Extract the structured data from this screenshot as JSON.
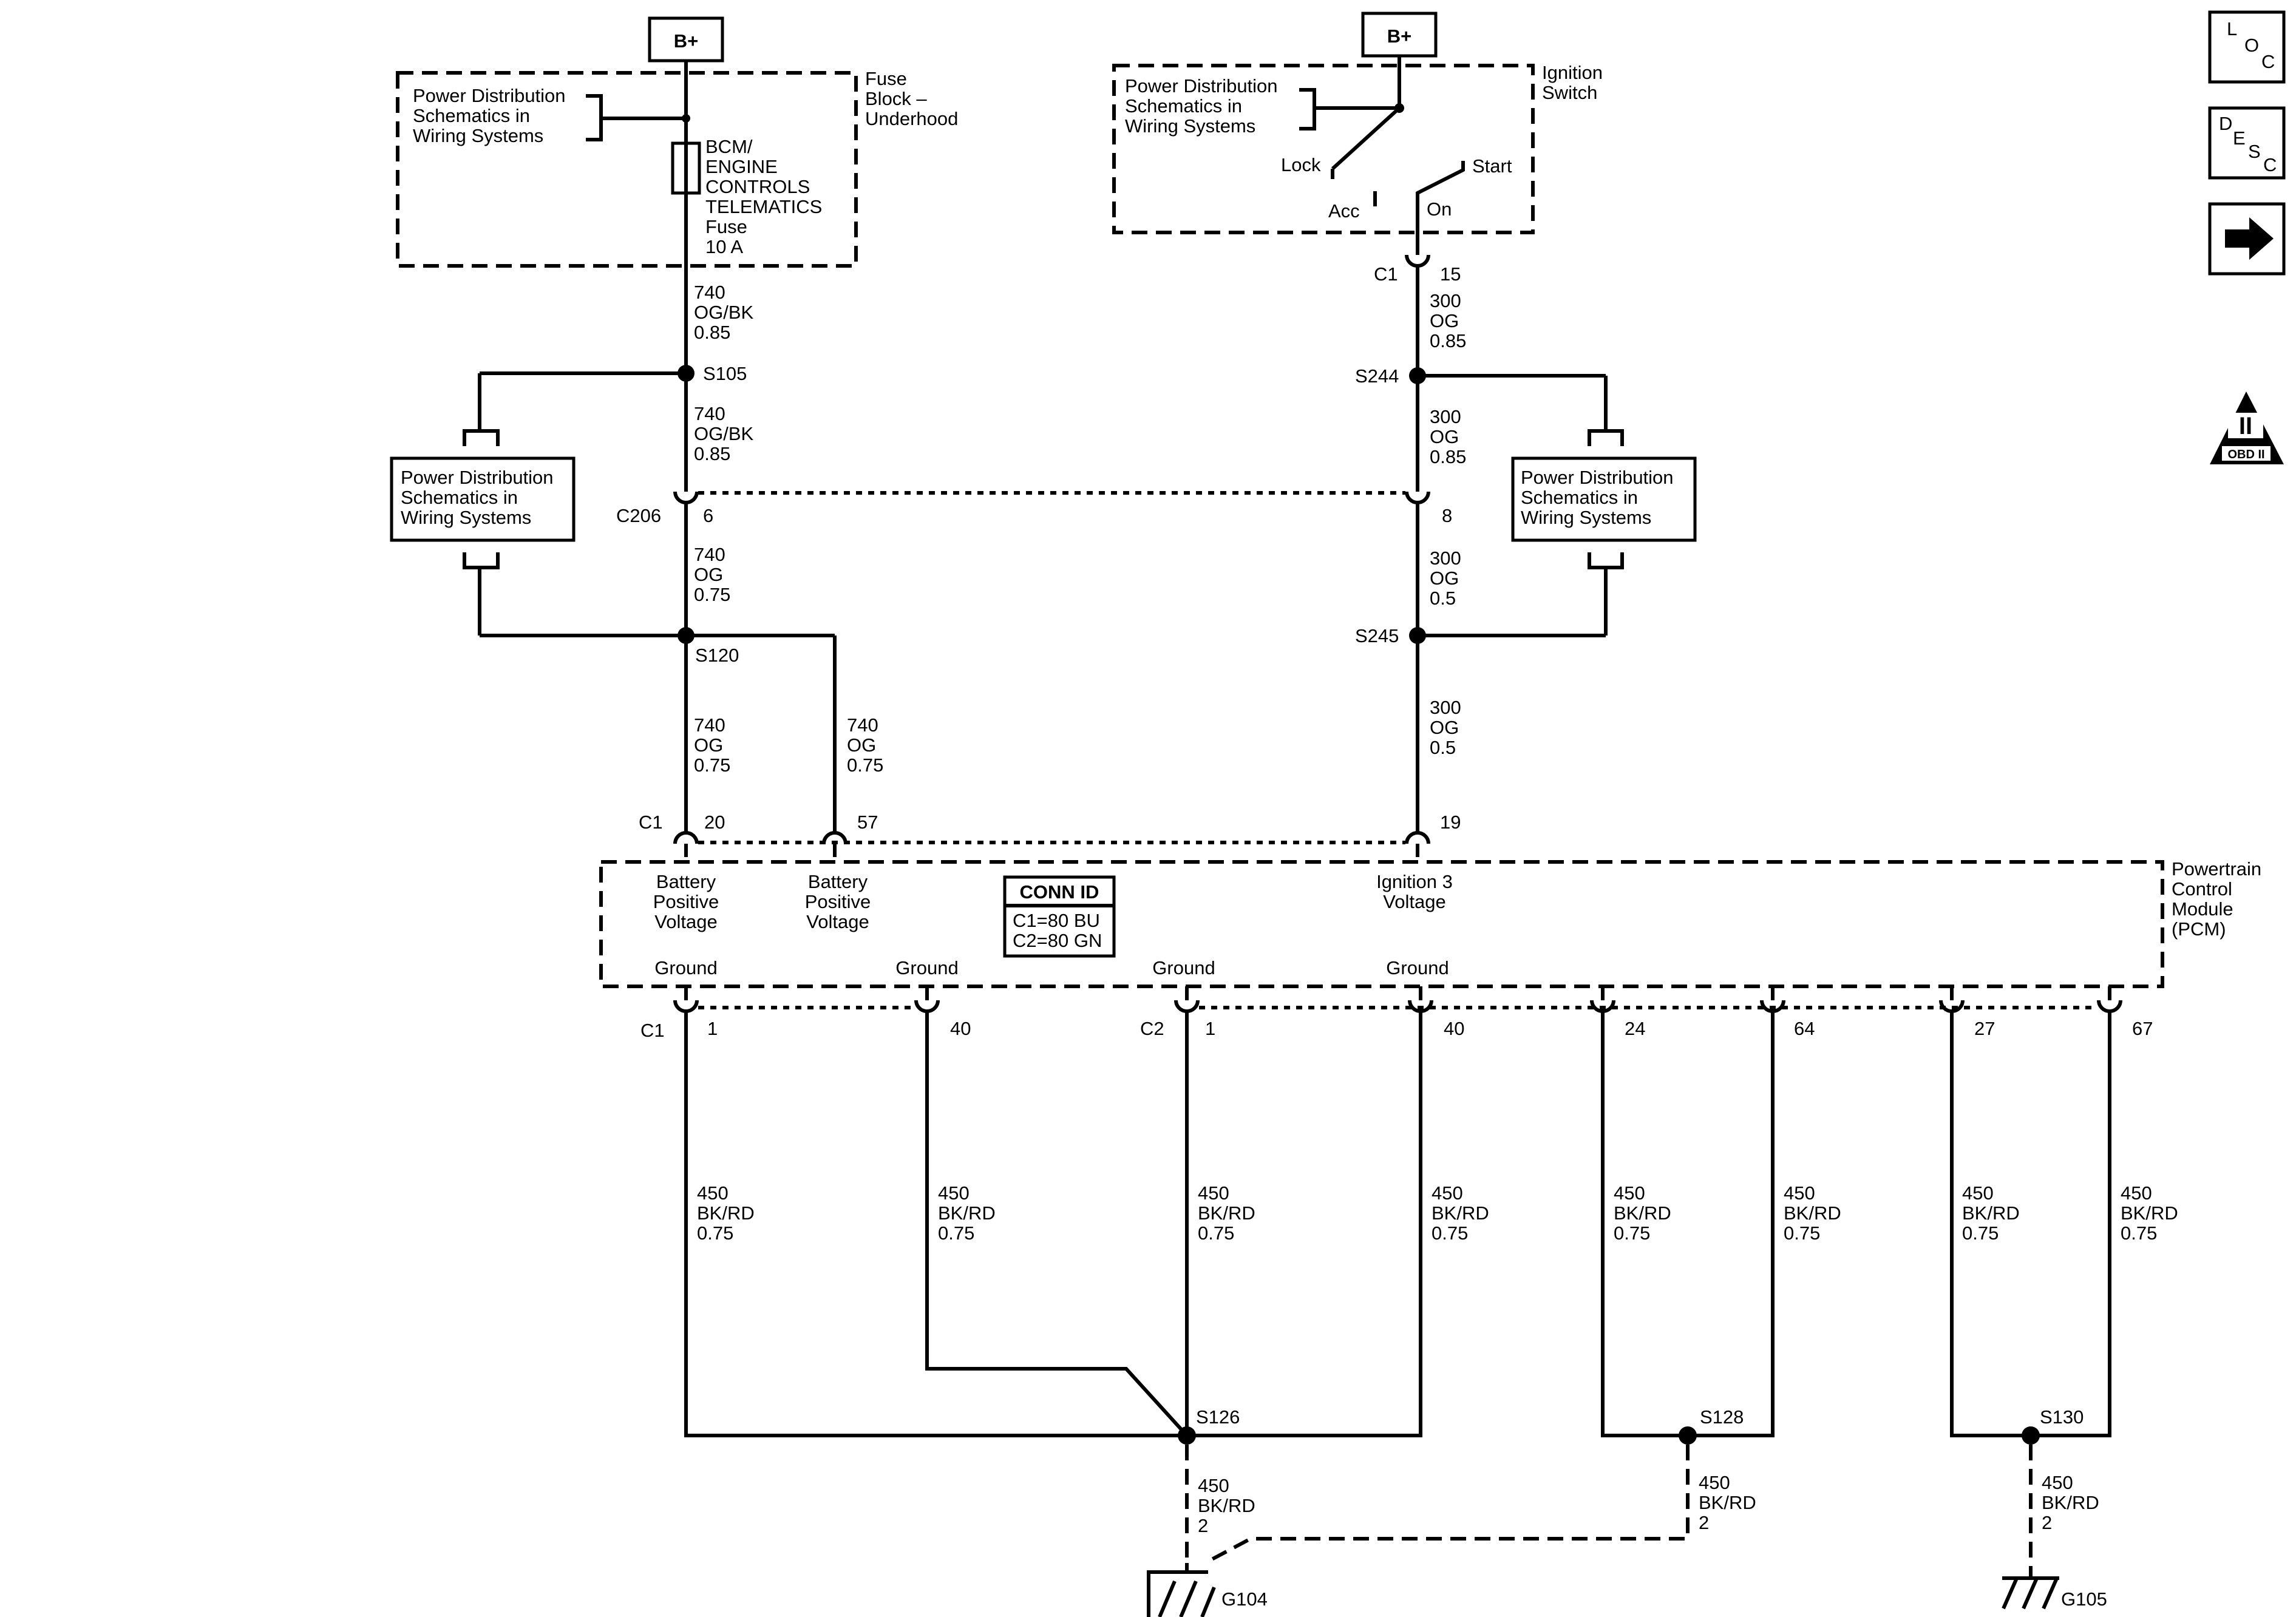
{
  "battery": {
    "label": "B+"
  },
  "fuse_block": {
    "title_lines": [
      "Fuse",
      "Block –",
      "Underhood"
    ],
    "power_dist_lines": [
      "Power Distribution",
      "Schematics in",
      "Wiring Systems"
    ],
    "fuse_lines": [
      "BCM/",
      "ENGINE",
      "CONTROLS",
      "TELEMATICS",
      "Fuse",
      "10 A"
    ]
  },
  "ignition_switch": {
    "title_lines": [
      "Ignition",
      "Switch"
    ],
    "power_dist_lines": [
      "Power Distribution",
      "Schematics in",
      "Wiring Systems"
    ],
    "positions": {
      "lock": "Lock",
      "acc": "Acc",
      "start": "Start",
      "on": "On"
    }
  },
  "power_dist_box": {
    "lines": [
      "Power Distribution",
      "Schematics in",
      "Wiring Systems"
    ]
  },
  "wires": {
    "w740_obk": [
      "740",
      "OG/BK",
      "0.85"
    ],
    "w740_og": [
      "740",
      "OG",
      "0.75"
    ],
    "w300_085": [
      "300",
      "OG",
      "0.85"
    ],
    "w300_05": [
      "300",
      "OG",
      "0.5"
    ],
    "w450_075": [
      "450",
      "BK/RD",
      "0.75"
    ],
    "w450_2": [
      "450",
      "BK/RD",
      "2"
    ]
  },
  "splices": {
    "s105": "S105",
    "s120": "S120",
    "s244": "S244",
    "s245": "S245",
    "s126": "S126",
    "s128": "S128",
    "s130": "S130"
  },
  "connectors": {
    "c1": "C1",
    "c2": "C2",
    "c206": "C206",
    "ign_pin": "15",
    "c206_left_pin": "6",
    "c206_right_pin": "8",
    "pcm_pins_top": [
      "20",
      "57",
      "19"
    ],
    "pcm_pins_bottom": [
      "1",
      "40",
      "1",
      "40",
      "24",
      "64",
      "27",
      "67"
    ]
  },
  "pcm": {
    "title_lines": [
      "Powertrain",
      "Control",
      "Module",
      "(PCM)"
    ],
    "battery_voltage_lines": [
      "Battery",
      "Positive",
      "Voltage"
    ],
    "ignition_lines": [
      "Ignition 3",
      "Voltage"
    ],
    "ground_label": "Ground",
    "conn_id": {
      "title": "CONN ID",
      "c1": "C1=80 BU",
      "c2": "C2=80 GN"
    }
  },
  "grounds": {
    "g104": "G104",
    "g105": "G105"
  },
  "nav": {
    "loc": [
      "L",
      "O",
      "C"
    ],
    "desc": [
      "D",
      "E",
      "S",
      "C"
    ],
    "obd": [
      "II",
      "OBD II"
    ]
  },
  "icons": [
    "arrow-right-icon",
    "obd-ii-icon",
    "ground-icon"
  ]
}
